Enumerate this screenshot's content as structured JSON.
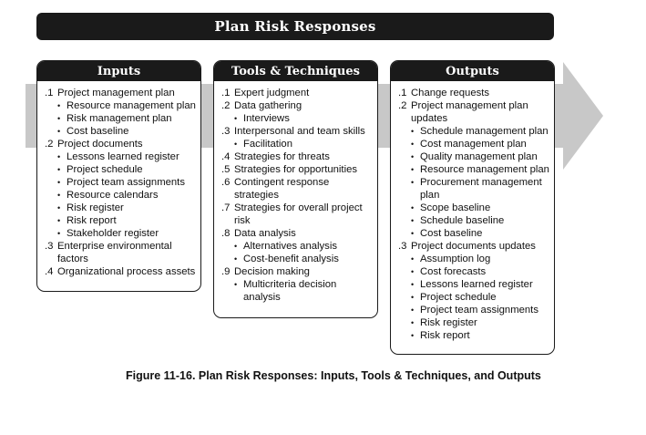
{
  "title": "Plan Risk Responses",
  "caption": "Figure 11-16. Plan Risk Responses: Inputs, Tools & Techniques, and Outputs",
  "bullet_glyph": "•",
  "inputs": {
    "heading": "Inputs",
    "items": [
      {
        "num": ".1",
        "text": "Project management plan",
        "subs": [
          "Resource management plan",
          "Risk management plan",
          "Cost baseline"
        ]
      },
      {
        "num": ".2",
        "text": "Project documents",
        "subs": [
          "Lessons learned register",
          "Project schedule",
          "Project team assignments",
          "Resource calendars",
          "Risk register",
          "Risk report",
          "Stakeholder register"
        ]
      },
      {
        "num": ".3",
        "text": "Enterprise environmental factors",
        "subs": []
      },
      {
        "num": ".4",
        "text": "Organizational process assets",
        "subs": []
      }
    ]
  },
  "tools": {
    "heading": "Tools & Techniques",
    "items": [
      {
        "num": ".1",
        "text": "Expert judgment",
        "subs": []
      },
      {
        "num": ".2",
        "text": "Data gathering",
        "subs": [
          "Interviews"
        ]
      },
      {
        "num": ".3",
        "text": "Interpersonal and team skills",
        "subs": [
          "Facilitation"
        ]
      },
      {
        "num": ".4",
        "text": "Strategies for threats",
        "subs": []
      },
      {
        "num": ".5",
        "text": "Strategies for opportunities",
        "subs": []
      },
      {
        "num": ".6",
        "text": "Contingent response strategies",
        "subs": []
      },
      {
        "num": ".7",
        "text": "Strategies for overall project risk",
        "subs": []
      },
      {
        "num": ".8",
        "text": "Data analysis",
        "subs": [
          "Alternatives analysis",
          "Cost-benefit analysis"
        ]
      },
      {
        "num": ".9",
        "text": "Decision making",
        "subs": [
          "Multicriteria decision analysis"
        ]
      }
    ]
  },
  "outputs": {
    "heading": "Outputs",
    "items": [
      {
        "num": ".1",
        "text": "Change requests",
        "subs": []
      },
      {
        "num": ".2",
        "text": "Project management plan updates",
        "subs": [
          "Schedule management plan",
          "Cost management plan",
          "Quality management plan",
          "Resource management plan",
          "Procurement management plan",
          "Scope baseline",
          "Schedule baseline",
          "Cost baseline"
        ]
      },
      {
        "num": ".3",
        "text": "Project documents updates",
        "subs": [
          "Assumption log",
          "Cost forecasts",
          "Lessons learned register",
          "Project schedule",
          "Project team assignments",
          "Risk register",
          "Risk report"
        ]
      }
    ]
  },
  "colors": {
    "header": "#1a1a1a",
    "arrow": "#c8c8c8",
    "text": "#111111"
  }
}
